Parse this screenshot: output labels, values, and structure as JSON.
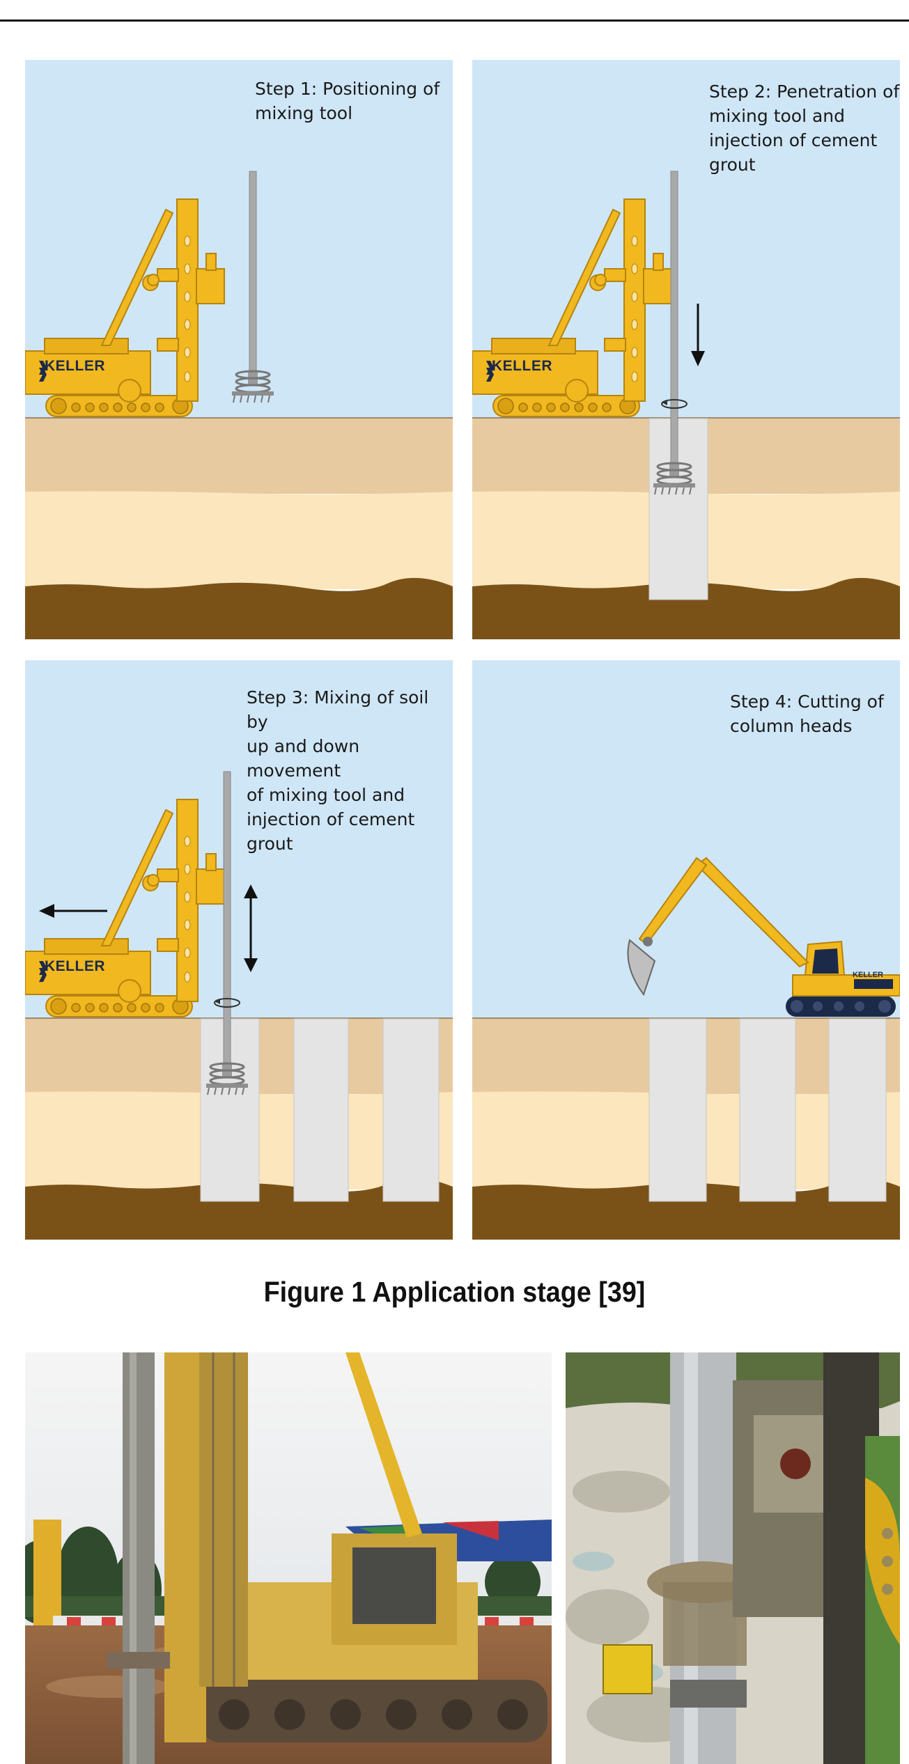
{
  "figure": {
    "caption": "Figure 1 Application stage [39]",
    "brand": "KELLER",
    "steps": [
      {
        "label": "Step 1: Positioning of\nmixing tool"
      },
      {
        "label": "Step 2: Penetration of\nmixing tool and\ninjection of cement\ngrout"
      },
      {
        "label": "Step 3: Mixing of soil by\nup and down movement\nof mixing tool and\ninjection of cement grout"
      },
      {
        "label": "Step 4: Cutting of\ncolumn heads"
      }
    ]
  },
  "colors": {
    "sky": "#cfe6f6",
    "topsoil": "#e8caa0",
    "sand": "#fbe6bd",
    "bedrock": "#7a5218",
    "rig_yellow": "#f1b81f",
    "column": "#e4e4e4",
    "brand_navy": "#1c2a4a"
  }
}
